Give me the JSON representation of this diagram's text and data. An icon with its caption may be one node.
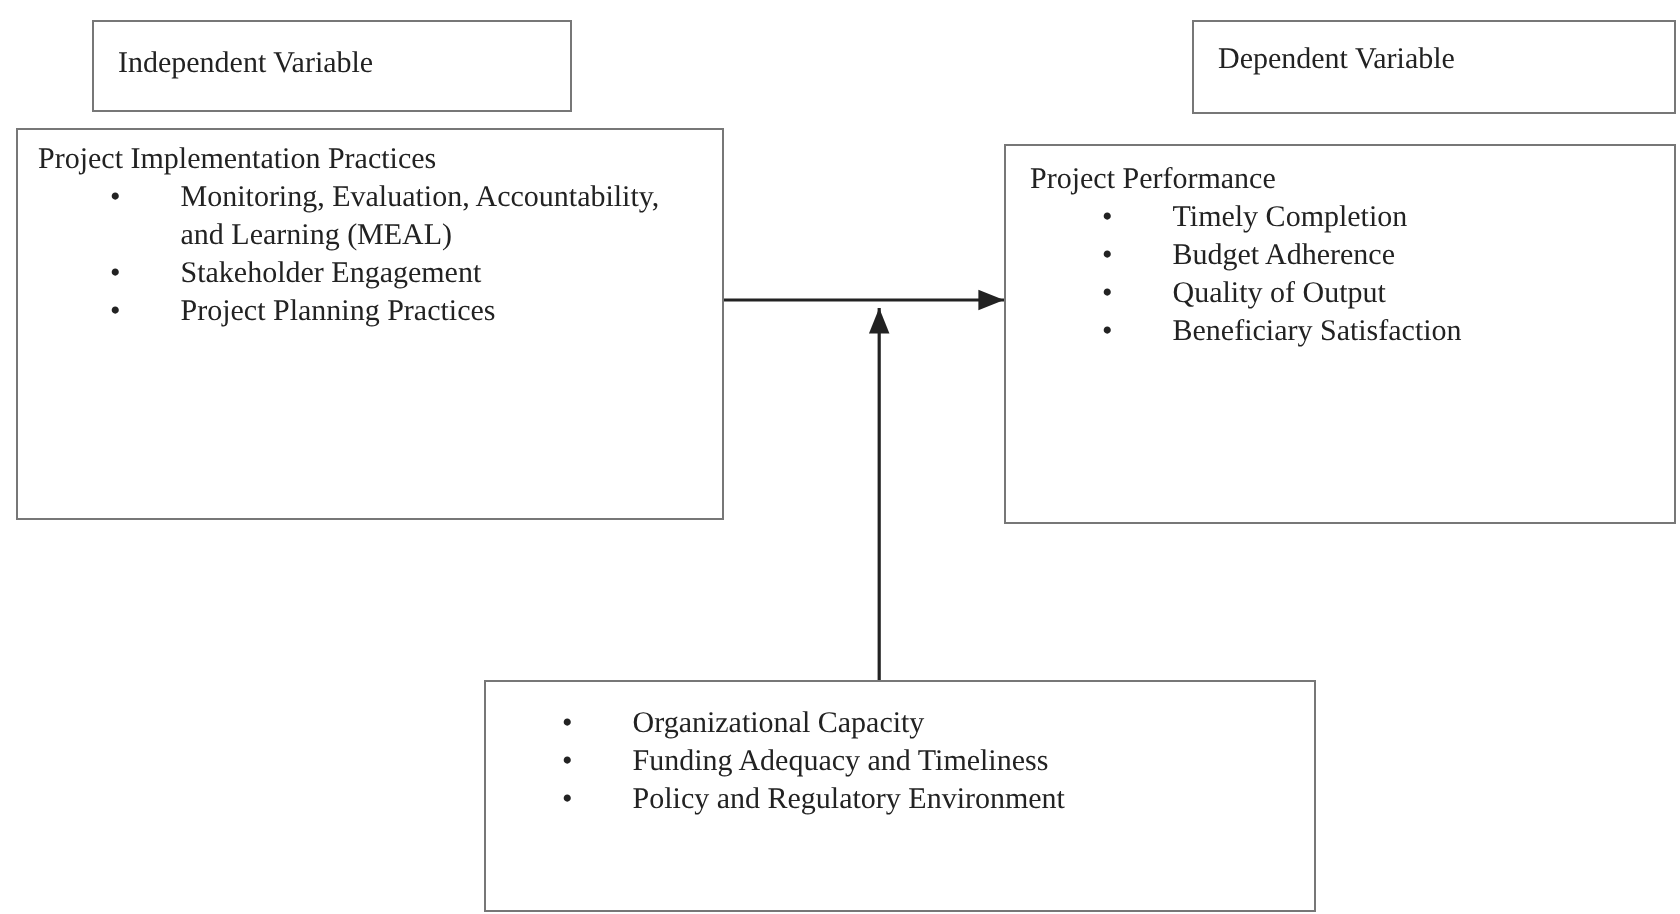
{
  "diagram": {
    "nodes": [
      {
        "text": [
          "Independent Variable"
        ]
      },
      {
        "text": [
          "Project Implementation Practices",
          "•",
          "Monitoring, Evaluation, Accountability, and Learning (MEAL)",
          "•",
          "Stakeholder Engagement",
          "•",
          "Project Planning Practices"
        ]
      },
      {
        "text": [
          "Dependent Variable"
        ]
      },
      {
        "text": [
          "Project Performance",
          "•",
          "Timely Completion",
          "•",
          "Budget Adherence",
          "•",
          "Quality of Output",
          "•",
          "Beneficiary Satisfaction"
        ]
      },
      {
        "text": [
          "•",
          "Organizational Capacity",
          "•",
          "Funding Adequacy and Timeliness",
          "•",
          "Policy and Regulatory Environment"
        ]
      }
    ],
    "edges": [
      {
        "from": 1,
        "to": 3,
        "arrow": "to"
      },
      {
        "from": 4,
        "to": null,
        "arrow": "to"
      }
    ]
  }
}
